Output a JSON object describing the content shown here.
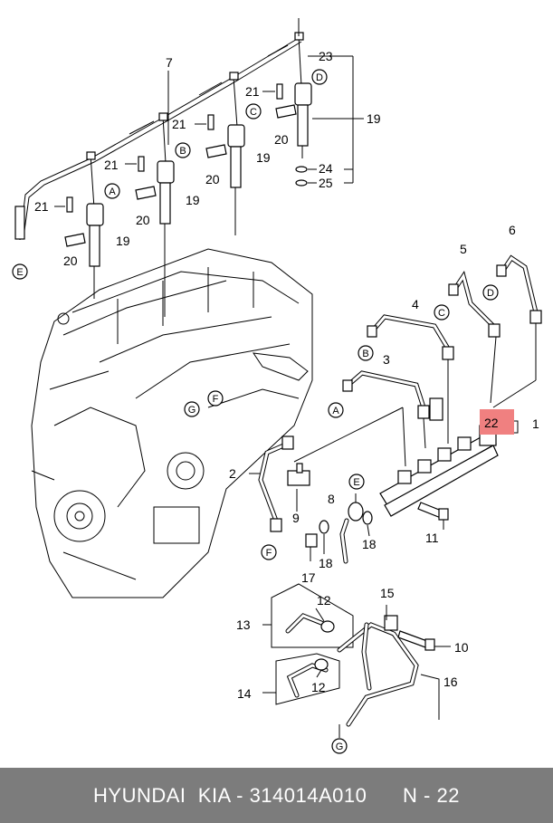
{
  "footer": {
    "part_text": "HYUNDAI  KIA - 314014A010",
    "ref_text": "N - 22"
  },
  "labels": {
    "n1": "1",
    "n2": "2",
    "n3": "3",
    "n4": "4",
    "n5": "5",
    "n6": "6",
    "n7": "7",
    "n8": "8",
    "n9": "9",
    "n10": "10",
    "n11": "11",
    "n12a": "12",
    "n12b": "12",
    "n13": "13",
    "n14": "14",
    "n15": "15",
    "n16": "16",
    "n17": "17",
    "n18a": "18",
    "n18b": "18",
    "n19a": "19",
    "n19b": "19",
    "n19c": "19",
    "n19d": "19",
    "n20a": "20",
    "n20b": "20",
    "n20c": "20",
    "n20d": "20",
    "n21a": "21",
    "n21b": "21",
    "n21c": "21",
    "n21d": "21",
    "n22": "22",
    "n23": "23",
    "n24": "24",
    "n25": "25"
  },
  "circle_labels": {
    "inj_a": "A",
    "inj_b": "B",
    "inj_c": "C",
    "inj_d": "D",
    "wire_e": "E",
    "pipe_a": "A",
    "pipe_b": "B",
    "pipe_c": "C",
    "pipe_d": "D",
    "pipe_f": "F",
    "pipe_e": "E",
    "pipe_g": "G",
    "eng_g": "G",
    "eng_f": "F"
  },
  "colors": {
    "highlight": "#f08080",
    "footer_bg": "#7c7c7c"
  }
}
